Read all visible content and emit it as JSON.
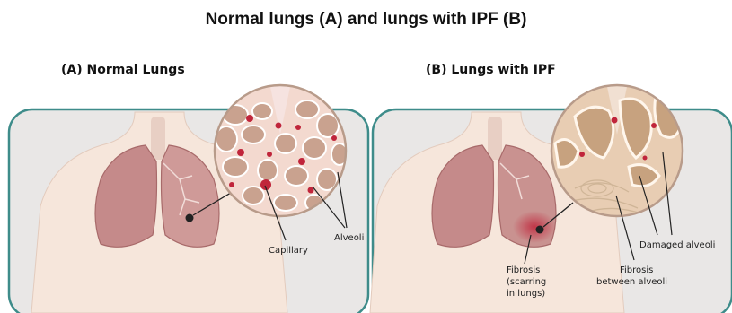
{
  "title": "Normal lungs (A) and lungs with IPF (B)",
  "panel_a": {
    "heading": "(A) Normal Lungs",
    "labels": {
      "capillary": "Capillary",
      "alveoli": "Alveoli"
    }
  },
  "panel_b": {
    "heading": "(B) Lungs with IPF",
    "labels": {
      "damaged_alveoli": "Damaged alveoli",
      "fibrosis_line1": "Fibrosis",
      "fibrosis_line2": "between alveoli",
      "scarring_line1": "Fibrosis",
      "scarring_line2": "(scarring",
      "scarring_line3": "in lungs)"
    }
  },
  "colors": {
    "frame": "#3e8c8a",
    "panel_bg": "#e9e7e6",
    "body": "#f6e6db",
    "lung": "#c58a8a",
    "lung_edge": "#a86a6a",
    "tissue": "#f3d9cf",
    "alveolus": "#c9a28f",
    "capillary": "#c0253b",
    "ipf_tissue": "#e8cdb3",
    "ipf_alveolus": "#c7a27f"
  }
}
